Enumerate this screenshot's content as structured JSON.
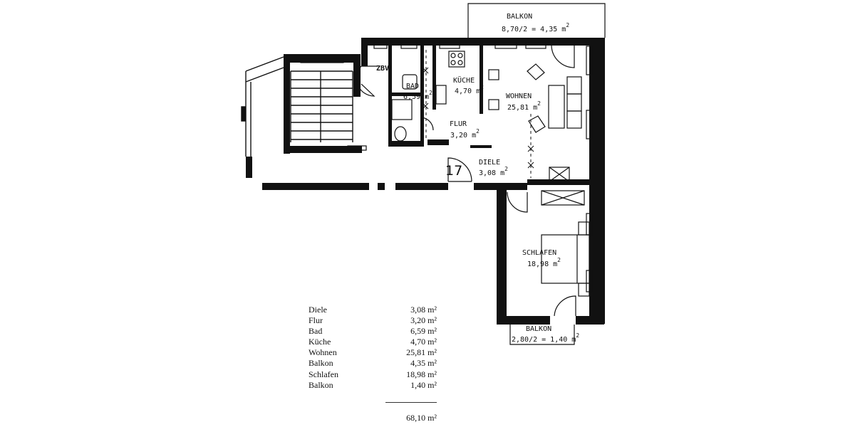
{
  "rooms": {
    "balkon_top": {
      "name": "BALKON",
      "calc": "8,70/2 = 4,35 m",
      "exp": "2"
    },
    "zbv": {
      "name": "ZBV"
    },
    "bad": {
      "name": "BAD",
      "area": "6,59 m",
      "exp": "2"
    },
    "kueche": {
      "name": "KÜCHE",
      "area": "4,70 m",
      "exp": "2"
    },
    "wohnen": {
      "name": "WOHNEN",
      "area": "25,81 m",
      "exp": "2"
    },
    "flur": {
      "name": "FLUR",
      "area": "3,20 m",
      "exp": "2"
    },
    "diele": {
      "name": "DIELE",
      "area": "3,08 m",
      "exp": "2"
    },
    "schlafen": {
      "name": "SCHLAFEN",
      "area": "18,98 m",
      "exp": "2"
    },
    "balkon_bottom": {
      "name": "BALKON",
      "calc": "2,80/2 = 1,40 m",
      "exp": "2"
    }
  },
  "unit_number": "17",
  "area_table": [
    {
      "room": "Diele",
      "area": "3,08 m²"
    },
    {
      "room": "Flur",
      "area": "3,20 m²"
    },
    {
      "room": "Bad",
      "area": "6,59 m²"
    },
    {
      "room": "Küche",
      "area": "4,70 m²"
    },
    {
      "room": "Wohnen",
      "area": "25,81 m²"
    },
    {
      "room": "Balkon",
      "area": "4,35 m²"
    },
    {
      "room": "Schlafen",
      "area": "18,98 m²"
    },
    {
      "room": "Balkon",
      "area": "1,40 m²"
    }
  ],
  "total": "68,10 m²"
}
